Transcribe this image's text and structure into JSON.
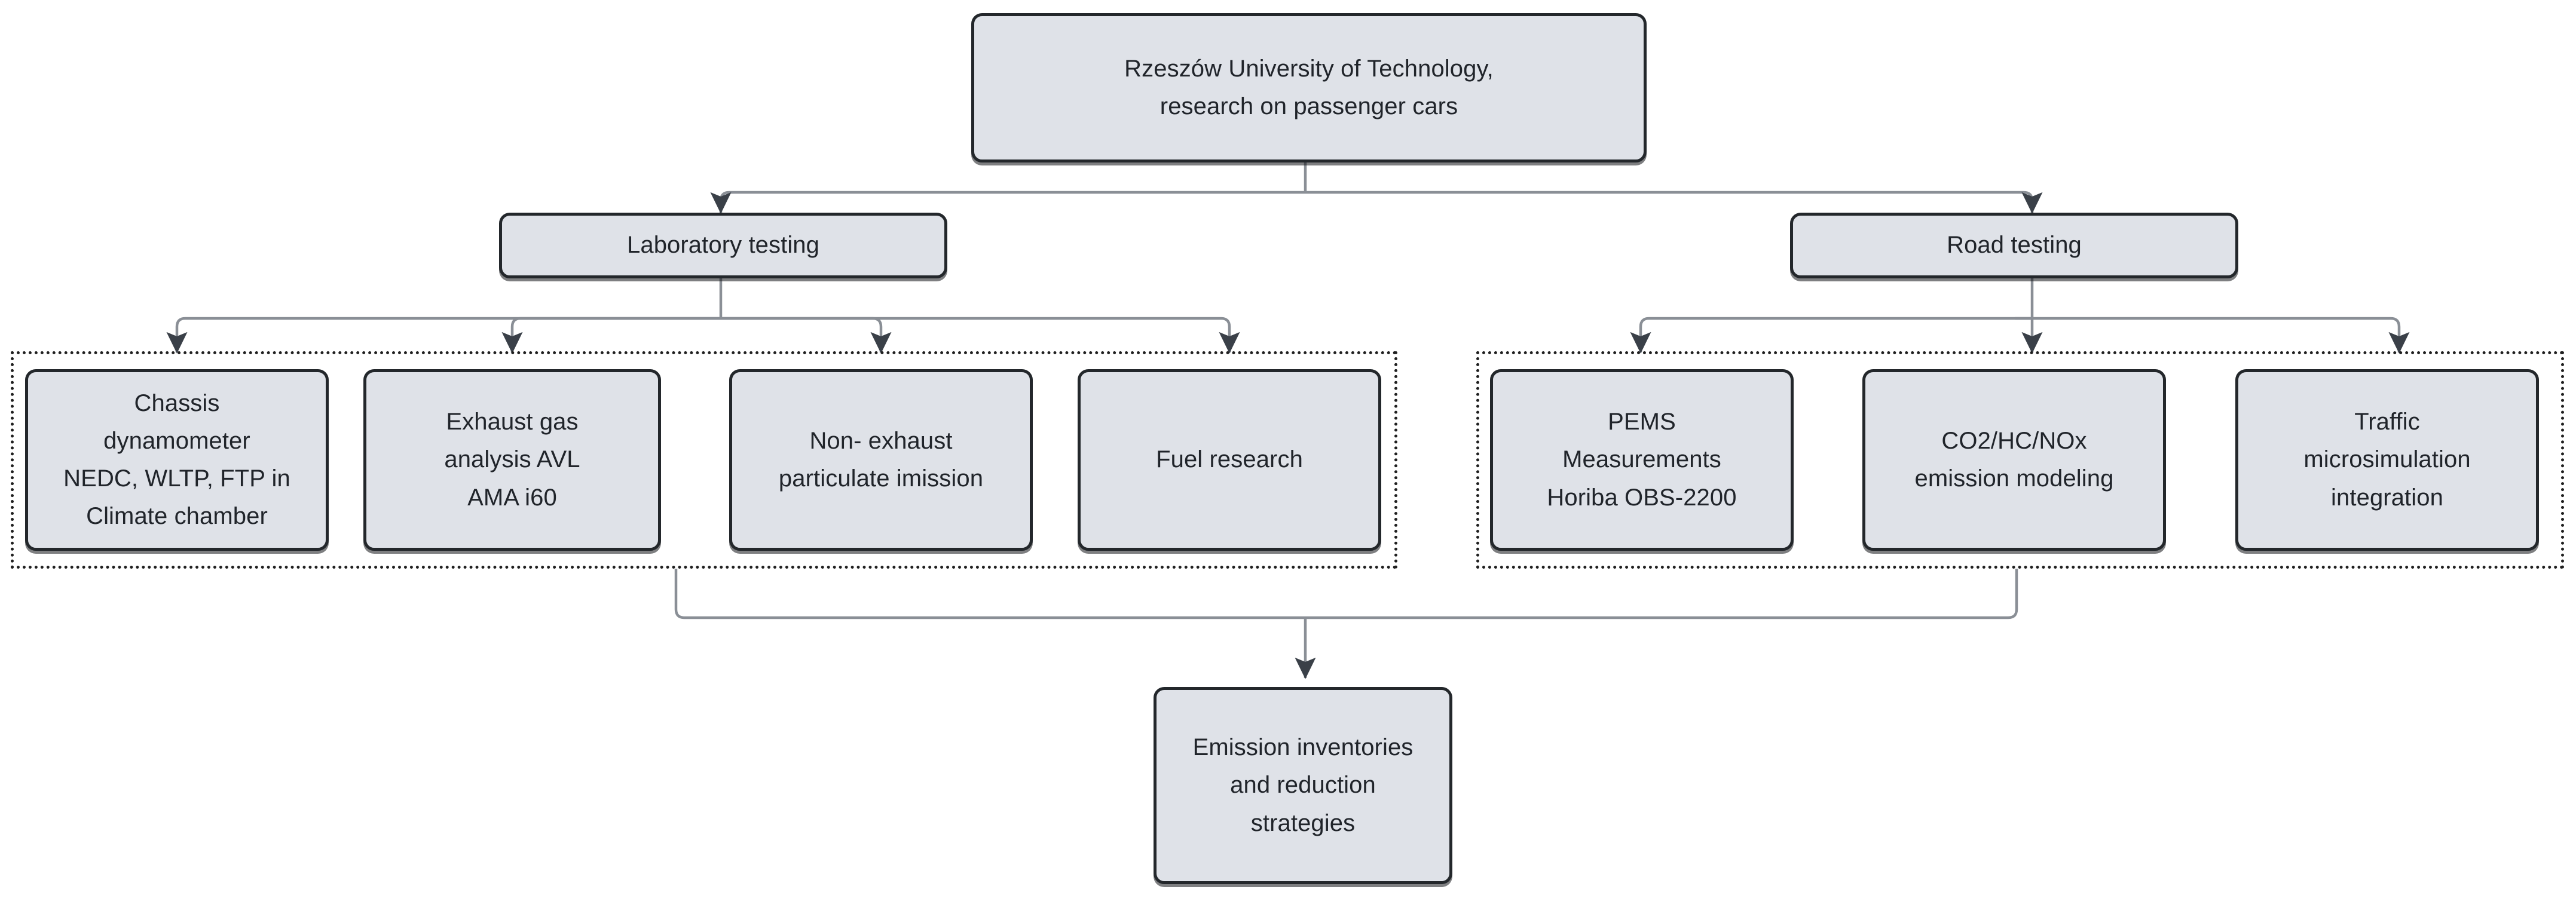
{
  "diagram": {
    "title": "Rzeszów University of Technology research structure on passenger cars",
    "colors": {
      "node_fill": "#dfe2e8",
      "node_border": "#23272b",
      "group_border": "#1f1f1f",
      "edge": "#8a8f96",
      "text": "#20242a",
      "background": "#ffffff"
    }
  },
  "nodes": {
    "root": {
      "label": "Rzeszów University of Technology,\nresearch on passenger cars"
    },
    "laboratory_testing": {
      "label": "Laboratory testing"
    },
    "road_testing": {
      "label": "Road testing"
    },
    "chassis_dynamometer": {
      "label": "Chassis\ndynamometer\nNEDC, WLTP, FTP in\nClimate chamber"
    },
    "exhaust_gas_analysis": {
      "label": "Exhaust gas\nanalysis AVL\nAMA i60"
    },
    "non_exhaust_particulate": {
      "label": "Non- exhaust\nparticulate imission"
    },
    "fuel_research": {
      "label": "Fuel research"
    },
    "pems_measurements": {
      "label": "PEMS\nMeasurements\nHoriba OBS-2200"
    },
    "emission_modeling": {
      "label": "CO2/HC/NOx\nemission modeling"
    },
    "traffic_microsimulation": {
      "label": "Traffic\nmicrosimulation\nintegration"
    },
    "emission_inventories": {
      "label": "Emission inventories\nand reduction\nstrategies"
    }
  },
  "groups": {
    "laboratory_group": {
      "label": ""
    },
    "road_group": {
      "label": ""
    }
  },
  "edges": [
    {
      "from": "root",
      "to": "laboratory_testing"
    },
    {
      "from": "root",
      "to": "road_testing"
    },
    {
      "from": "laboratory_testing",
      "to": "chassis_dynamometer"
    },
    {
      "from": "laboratory_testing",
      "to": "exhaust_gas_analysis"
    },
    {
      "from": "laboratory_testing",
      "to": "non_exhaust_particulate"
    },
    {
      "from": "laboratory_testing",
      "to": "fuel_research"
    },
    {
      "from": "road_testing",
      "to": "pems_measurements"
    },
    {
      "from": "road_testing",
      "to": "emission_modeling"
    },
    {
      "from": "road_testing",
      "to": "traffic_microsimulation"
    },
    {
      "from": "laboratory_group",
      "to": "emission_inventories"
    },
    {
      "from": "road_group",
      "to": "emission_inventories"
    }
  ]
}
